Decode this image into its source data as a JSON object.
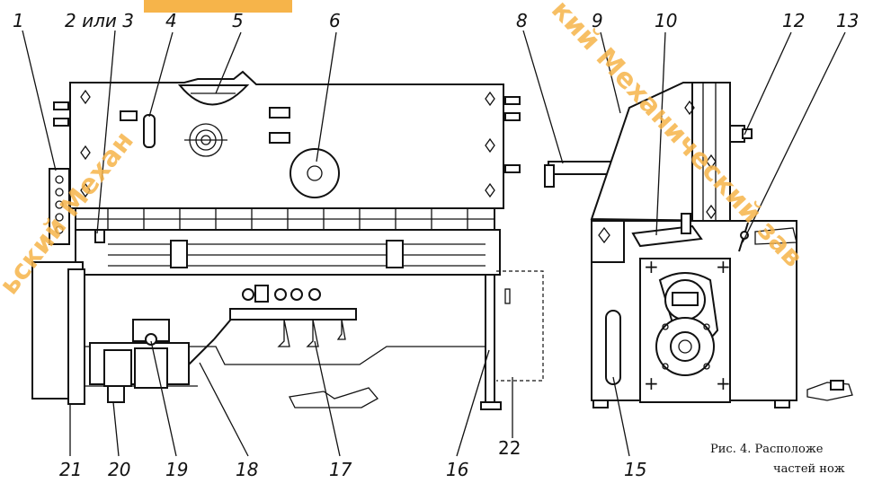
{
  "callouts": [
    "1",
    "2 или 3",
    "4",
    "5",
    "6",
    "8",
    "9",
    "10",
    "12",
    "13",
    "15",
    "16",
    "17",
    "18",
    "19",
    "20",
    "21",
    "22"
  ],
  "caption": {
    "line1": "Рис. 4. Расположе",
    "line2": "частей нож"
  },
  "watermark": {
    "left": "ьский Механ",
    "right": "кий Механический зав",
    "color": "#f6b44a"
  }
}
